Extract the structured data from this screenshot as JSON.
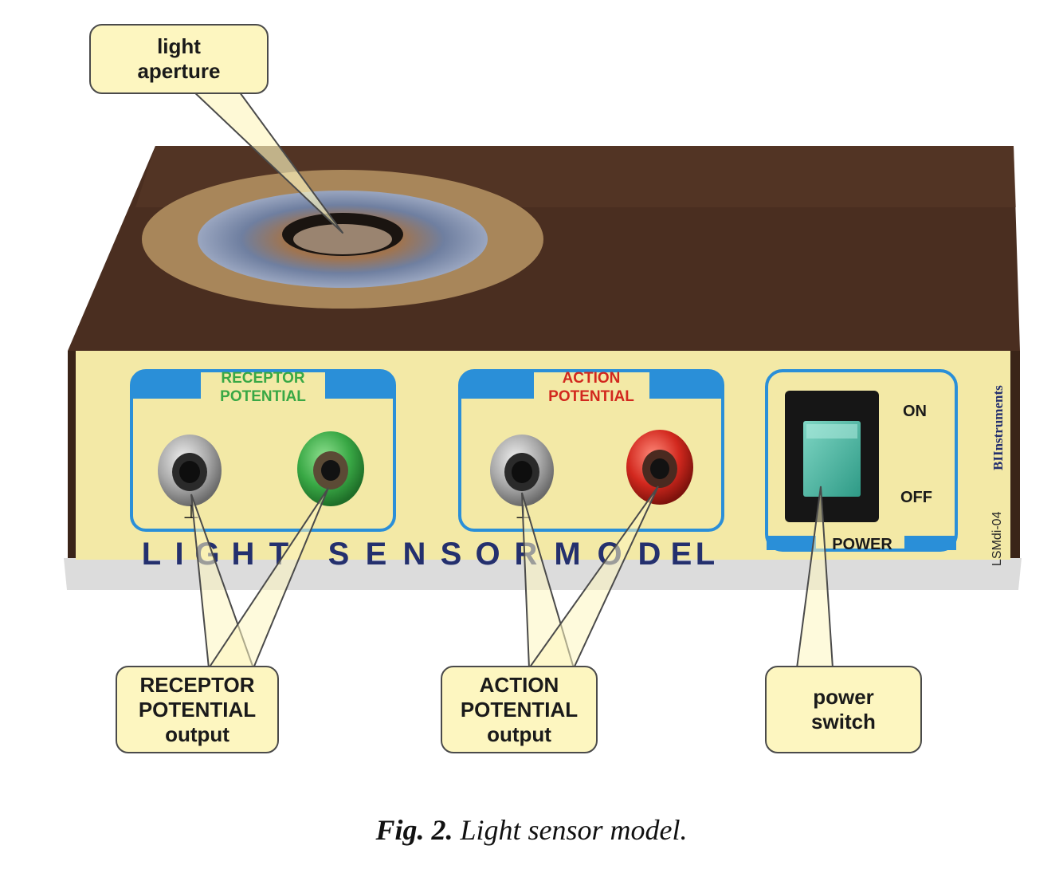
{
  "device": {
    "receptor_header": [
      "RECEPTOR",
      "POTENTIAL"
    ],
    "action_header": [
      "ACTION",
      "POTENTIAL"
    ],
    "ground_symbol": "⊥",
    "name_letters": [
      "L",
      "I",
      "G",
      "H",
      "T",
      " ",
      "S",
      "E",
      "N",
      "S",
      "O",
      "R",
      " ",
      "M",
      "O",
      "D",
      "E",
      "L"
    ],
    "switch_on": "ON",
    "switch_off": "OFF",
    "power_label": "POWER",
    "brand": "BIInstruments",
    "model_code": "LSMdi-04"
  },
  "callouts": {
    "light_aperture": [
      "light",
      "aperture"
    ],
    "receptor_output": [
      "RECEPTOR",
      "POTENTIAL",
      "output"
    ],
    "action_output": [
      "ACTION",
      "POTENTIAL",
      "output"
    ],
    "power_switch": [
      "power",
      "switch"
    ]
  },
  "caption": {
    "label": "Fig. 2.",
    "text": "Light sensor model."
  },
  "colors": {
    "case_top": "#4a2e20",
    "panel": "#f3e9a6",
    "panel_blue": "#2a8fd8",
    "receptor_green": "#39a845",
    "action_red": "#d2281e",
    "name_navy": "#24306e",
    "callout_fill": "#fdf6c0"
  }
}
